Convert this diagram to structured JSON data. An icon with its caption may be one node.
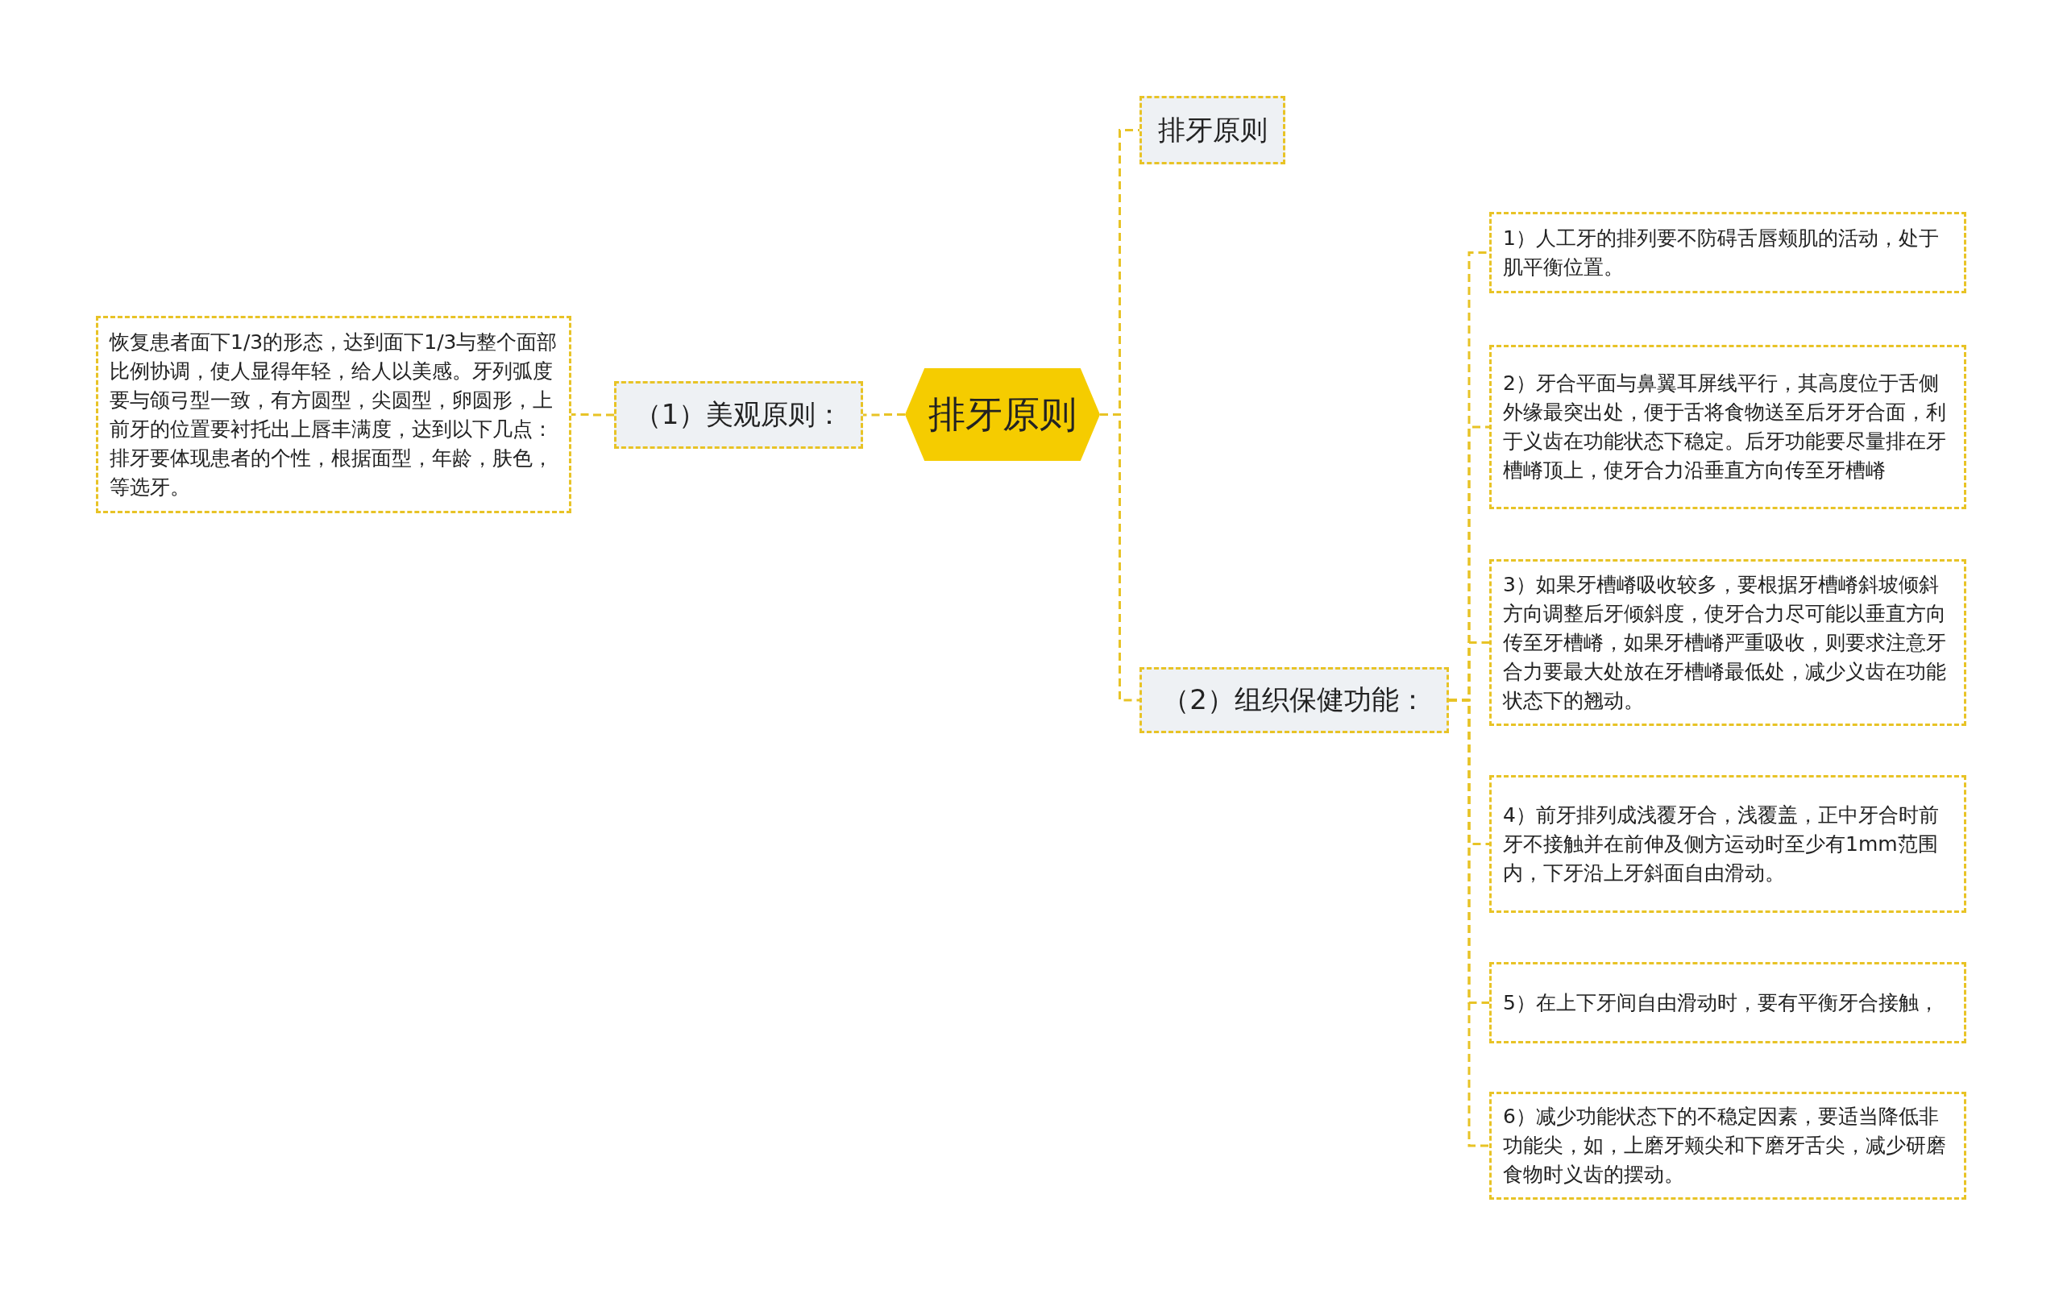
{
  "diagram": {
    "nodes": [
      {
        "text": [
          "排牙原则"
        ]
      },
      {
        "text": [
          "排牙原则"
        ]
      },
      {
        "text": [
          "（1）美观原则："
        ]
      },
      {
        "text": [
          "恢复患者面下1/3的形态，达到面下1/3与整个面部比例协调，使人显得年轻，给人以美感。牙列弧度要与颌弓型一致，有方圆型，尖圆型，卵圆形，上前牙的位置要衬托出上唇丰满度，达到以下几点：排牙要体现患者的个性，根据面型，年龄，肤色，等选牙。"
        ]
      },
      {
        "text": [
          "（2）组织保健功能："
        ]
      },
      {
        "text": [
          "1）人工牙的排列要不防碍舌唇颊肌的活动，处于肌平衡位置。"
        ]
      },
      {
        "text": [
          "2）牙合平面与鼻翼耳屏线平行，其高度位于舌侧外缘最突出处，便于舌将食物送至后牙牙合面，利于义齿在功能状态下稳定。后牙功能要尽量排在牙槽嵴顶上，使牙合力沿垂直方向传至牙槽嵴"
        ]
      },
      {
        "text": [
          "3）如果牙槽嵴吸收较多，要根据牙槽嵴斜坡倾斜方向调整后牙倾斜度，使牙合力尽可能以垂直方向传至牙槽嵴，如果牙槽嵴严重吸收，则要求注意牙合力要最大处放在牙槽嵴最低处，减少义齿在功能状态下的翘动。"
        ]
      },
      {
        "text": [
          "4）前牙排列成浅覆牙合，浅覆盖，正中牙合时前牙不接触并在前伸及侧方运动时至少有1mm范围内，下牙沿上牙斜面自由滑动。"
        ]
      },
      {
        "text": [
          "5）在上下牙间自由滑动时，要有平衡牙合接触，"
        ]
      },
      {
        "text": [
          "6）减少功能状态下的不稳定因素，要适当降低非功能尖，如，上磨牙颊尖和下磨牙舌尖，减少研磨食物时义齿的摆动。"
        ]
      }
    ],
    "edges": [
      {
        "from": 0,
        "to": 1,
        "arrow": "none",
        "style": "dashed"
      },
      {
        "from": 0,
        "to": 2,
        "arrow": "none",
        "style": "dashed"
      },
      {
        "from": 2,
        "to": 3,
        "arrow": "none",
        "style": "dashed"
      },
      {
        "from": 0,
        "to": 4,
        "arrow": "none",
        "style": "dashed"
      },
      {
        "from": 4,
        "to": 5,
        "arrow": "none",
        "style": "dashed"
      },
      {
        "from": 4,
        "to": 6,
        "arrow": "none",
        "style": "dashed"
      },
      {
        "from": 4,
        "to": 7,
        "arrow": "none",
        "style": "dashed"
      },
      {
        "from": 4,
        "to": 8,
        "arrow": "none",
        "style": "dashed"
      },
      {
        "from": 4,
        "to": 9,
        "arrow": "none",
        "style": "dashed"
      },
      {
        "from": 4,
        "to": 10,
        "arrow": "none",
        "style": "dashed"
      }
    ]
  }
}
